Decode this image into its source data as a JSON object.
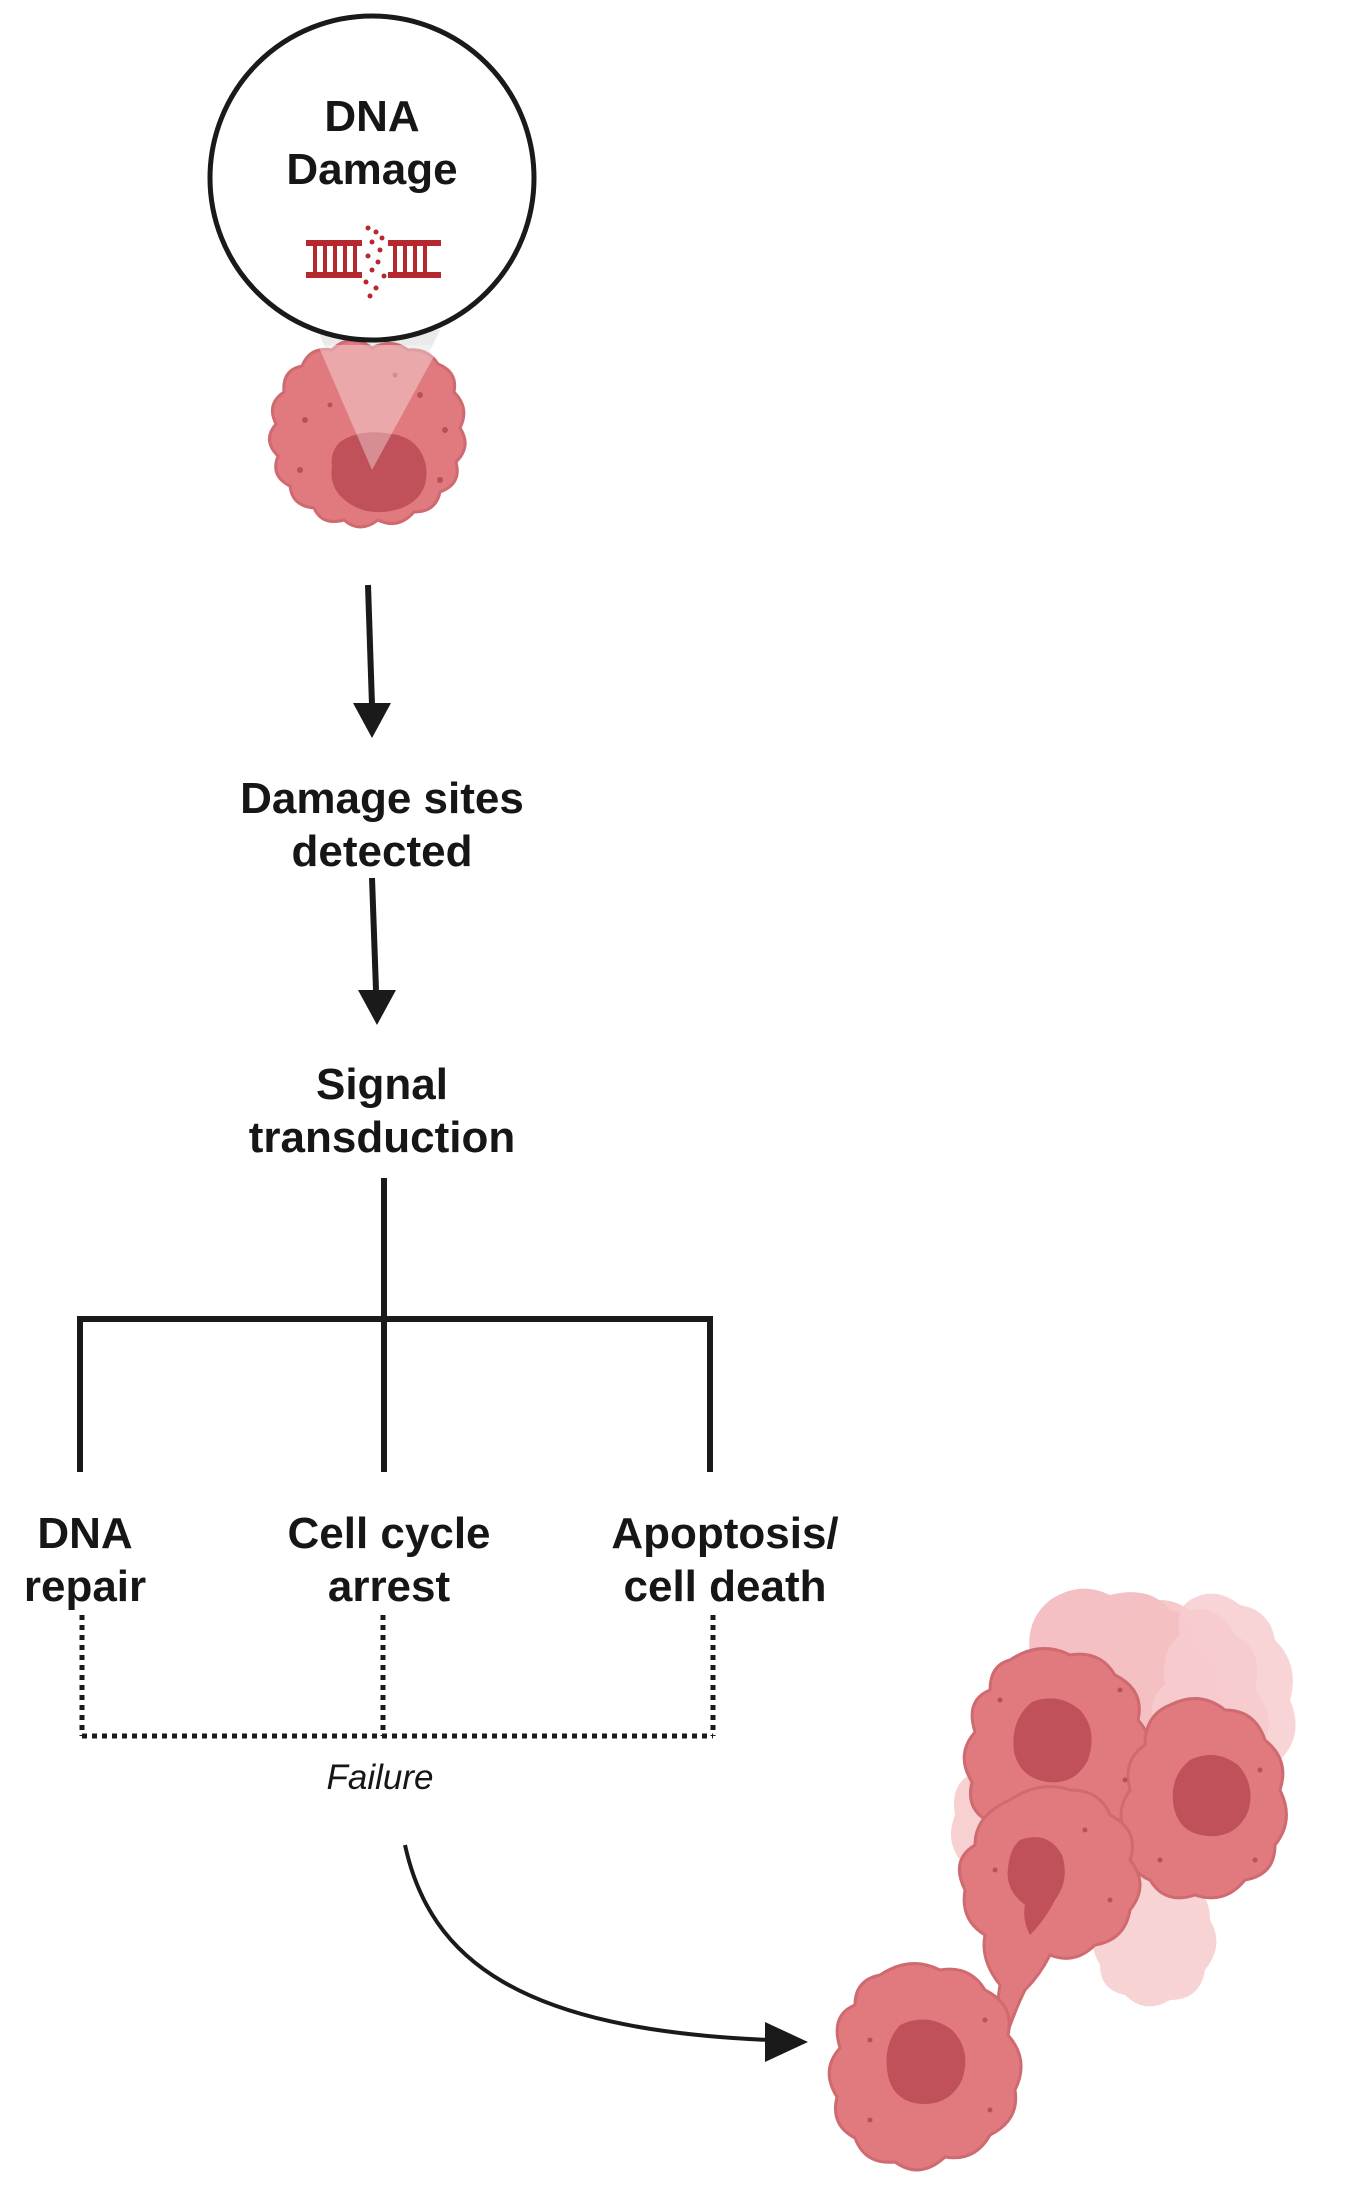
{
  "nodes": {
    "dna_damage": {
      "line1": "DNA",
      "line2": "Damage"
    },
    "damage_sites": {
      "line1": "Damage sites",
      "line2": "detected"
    },
    "signal": {
      "line1": "Signal",
      "line2": "transduction"
    },
    "dna_repair": {
      "line1": "DNA",
      "line2": "repair"
    },
    "cell_cycle": {
      "line1": "Cell cycle",
      "line2": "arrest"
    },
    "apoptosis": {
      "line1": "Apoptosis/",
      "line2": "cell death"
    }
  },
  "failure_label": "Failure",
  "colors": {
    "cell_fill": "#e07a7f",
    "cell_nucleus": "#c0505a",
    "cell_light": "#f2b5b8",
    "dna_red": "#b4282e",
    "line": "#1a1a1a"
  },
  "icons": {
    "dna_helix": "broken-dna-helix-icon",
    "cell": "cell-icon"
  }
}
